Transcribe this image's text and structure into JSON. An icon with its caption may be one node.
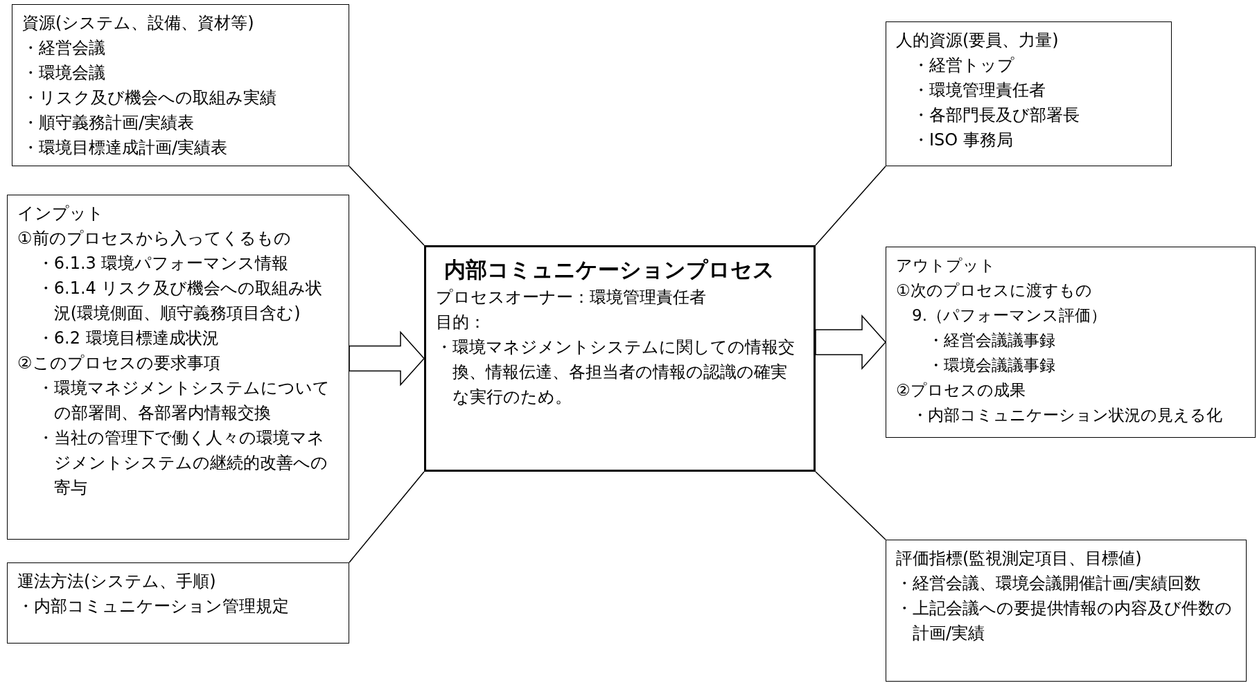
{
  "diagram": {
    "nodes": [
      {
        "text": [
          "資源(システム、設備、資材等)",
          "・経営会議",
          "・環境会議",
          "・リスク及び機会への取組み実績",
          "・順守義務計画/実績表",
          "・環境目標達成計画/実績表"
        ]
      },
      {
        "text": [
          "人的資源(要員、力量)",
          "・経営トップ",
          "・環境管理責任者",
          "・各部門長及び部署長",
          "・ISO 事務局"
        ]
      },
      {
        "text": [
          "インプット",
          "①前のプロセスから入ってくるもの",
          "・6.1.3 環境パフォーマンス情報",
          "・6.1.4 リスク及び機会への取組み状況(環境側面、順守義務項目含む)",
          "・6.2 環境目標達成状況",
          "②このプロセスの要求事項",
          "・環境マネジメントシステムについての部署間、各部署内情報交換",
          "・当社の管理下で働く人々の環境マネジメントシステムの継続的改善への寄与"
        ]
      },
      {
        "text": [
          "内部コミュニケーションプロセス",
          "プロセスオーナー：環境管理責任者",
          "目的：",
          "・環境マネジメントシステムに関しての情報交換、情報伝達、各担当者の情報の認識の確実な実行のため。"
        ]
      },
      {
        "text": [
          "アウトプット",
          "①次のプロセスに渡すもの",
          "9.（パフォーマンス評価）",
          "・経営会議議事録",
          "・環境会議議事録",
          "②プロセスの成果",
          "・内部コミュニケーション状況の見える化"
        ]
      },
      {
        "text": [
          "運法方法(システム、手順)",
          "・内部コミュニケーション管理規定"
        ]
      },
      {
        "text": [
          "評価指標(監視測定項目、目標値)",
          "・経営会議、環境会議開催計画/実績回数",
          "・上記会議への要提供情報の内容及び件数の計画/実績"
        ]
      }
    ],
    "edges": [
      {
        "from": 0,
        "to": 3,
        "arrow": "none"
      },
      {
        "from": 1,
        "to": 3,
        "arrow": "none"
      },
      {
        "from": 2,
        "to": 3,
        "arrow": "to"
      },
      {
        "from": 3,
        "to": 4,
        "arrow": "to"
      },
      {
        "from": 5,
        "to": 3,
        "arrow": "none"
      },
      {
        "from": 6,
        "to": 3,
        "arrow": "none"
      }
    ]
  }
}
